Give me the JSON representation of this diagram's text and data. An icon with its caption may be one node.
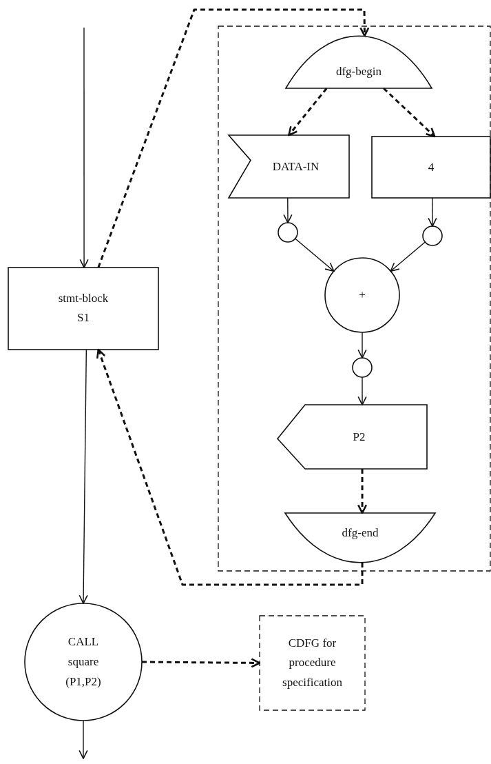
{
  "diagram": {
    "nodes": [
      {
        "text": [
          "stmt-block S1"
        ]
      },
      {
        "text": [],
        "shape": "box"
      },
      {
        "text": [
          "dfg-begin"
        ],
        "in": 1
      },
      {
        "text": [
          "DATA-IN"
        ],
        "in": 1
      },
      {
        "text": [
          "4"
        ],
        "in": 1
      },
      {
        "text": [],
        "shape": "circle",
        "in": 1
      },
      {
        "text": [],
        "shape": "circle",
        "in": 1
      },
      {
        "text": [
          "+"
        ],
        "in": 1
      },
      {
        "text": [],
        "shape": "circle",
        "in": 1
      },
      {
        "text": [
          "P2"
        ],
        "in": 1
      },
      {
        "text": [
          "dfg-end"
        ],
        "in": 1
      },
      {
        "text": [
          "CALL square (P1,P2)"
        ]
      },
      {
        "text": [
          "CDFG for procedure specification"
        ]
      }
    ],
    "edges": [
      {
        "from": null,
        "to": 0,
        "arrow": "to"
      },
      {
        "from": 0,
        "to": 2,
        "arrow": "to",
        "style": "dashed"
      },
      {
        "from": 2,
        "to": 3,
        "arrow": "to",
        "style": "dashed"
      },
      {
        "from": 2,
        "to": 4,
        "arrow": "to",
        "style": "dashed"
      },
      {
        "from": 3,
        "to": 5,
        "arrow": "to"
      },
      {
        "from": 4,
        "to": 6,
        "arrow": "to"
      },
      {
        "from": 5,
        "to": 7,
        "arrow": "to"
      },
      {
        "from": 6,
        "to": 7,
        "arrow": "to"
      },
      {
        "from": 7,
        "to": 8,
        "arrow": "to"
      },
      {
        "from": 8,
        "to": 9,
        "arrow": "to"
      },
      {
        "from": 9,
        "to": 10,
        "arrow": "to",
        "style": "dashed"
      },
      {
        "from": 10,
        "to": 0,
        "arrow": "to",
        "style": "dashed"
      },
      {
        "from": 0,
        "to": 11,
        "arrow": "to"
      },
      {
        "from": 11,
        "to": null,
        "arrow": "to"
      },
      {
        "from": 11,
        "to": 12,
        "arrow": "to",
        "style": "dashed"
      }
    ]
  }
}
